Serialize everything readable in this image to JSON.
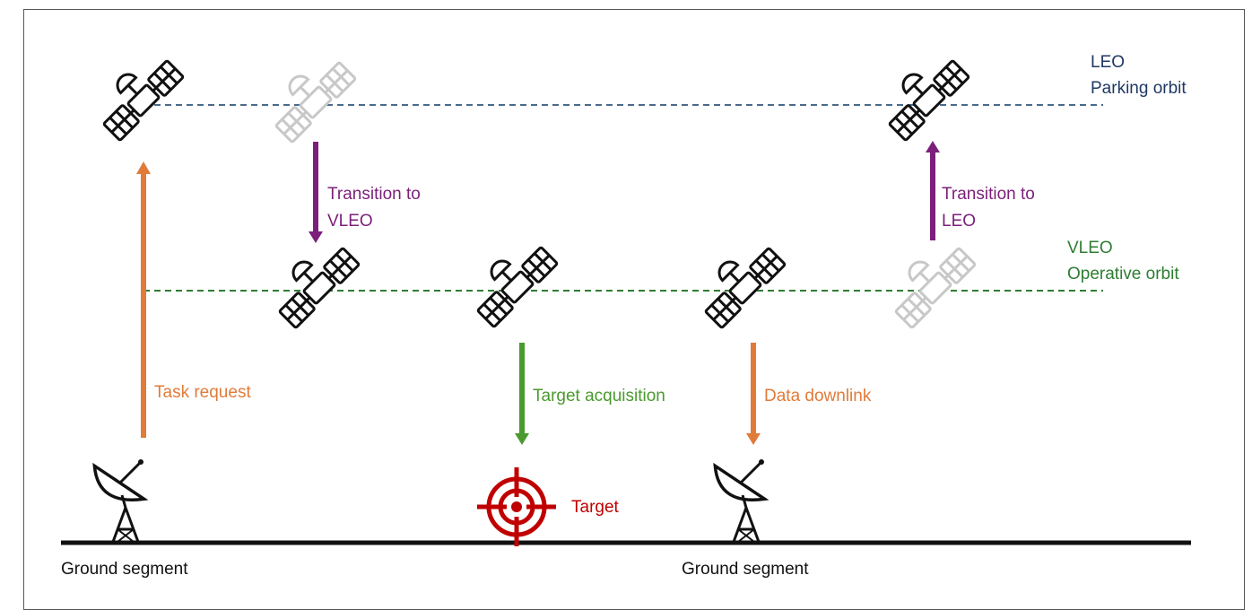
{
  "orbits": {
    "leo": {
      "line1": "LEO",
      "line2": "Parking orbit",
      "color": "#1f3864"
    },
    "vleo": {
      "line1": "VLEO",
      "line2": "Operative orbit",
      "color": "#2e7d32"
    }
  },
  "transitions": {
    "to_vleo": {
      "line1": "Transition to",
      "line2": "VLEO",
      "color": "#7b1f7a"
    },
    "to_leo": {
      "line1": "Transition to",
      "line2": "LEO",
      "color": "#7b1f7a"
    }
  },
  "links": {
    "task_request": {
      "label": "Task request",
      "color": "#e07b39"
    },
    "target_acquisition": {
      "label": "Target acquisition",
      "color": "#4a9a2f"
    },
    "data_downlink": {
      "label": "Data downlink",
      "color": "#e07b39"
    }
  },
  "target": {
    "label": "Target",
    "color": "#c00000"
  },
  "ground": {
    "left_label": "Ground segment",
    "right_label": "Ground segment"
  },
  "icons": {
    "satellite": "satellite-icon",
    "ghost_satellite": "satellite-icon",
    "ground_station": "ground-antenna-icon",
    "target": "crosshair-target-icon"
  }
}
